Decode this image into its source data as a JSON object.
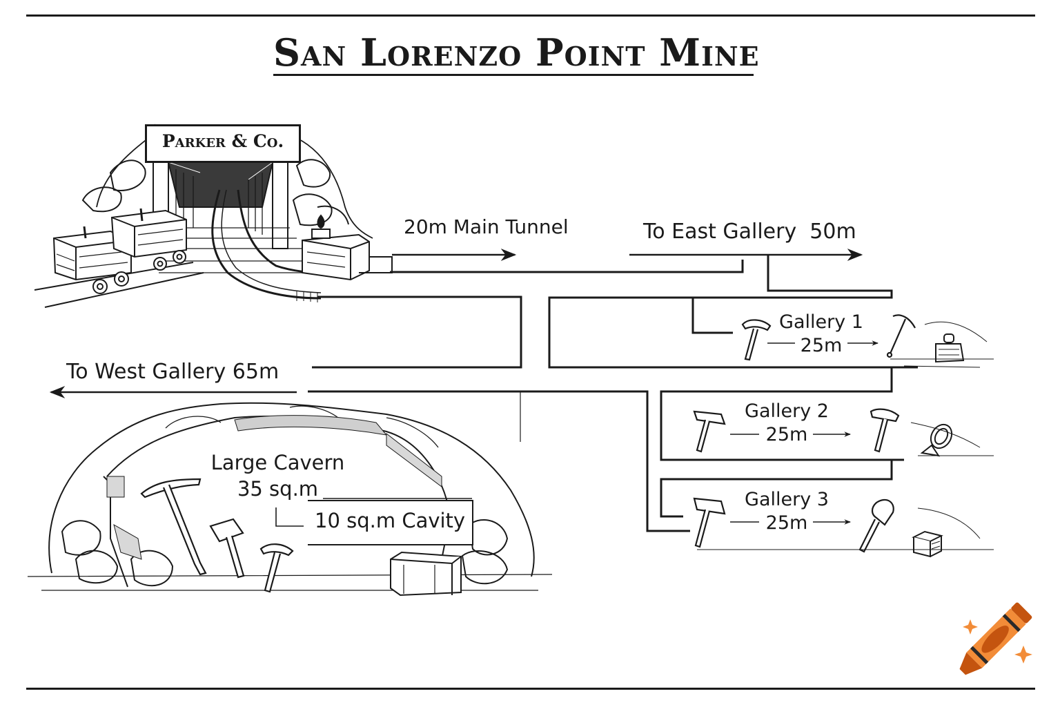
{
  "title": "San Lorenzo Point Mine",
  "entrance": {
    "sign": "Parker & Co."
  },
  "tunnels": {
    "main": "20m Main Tunnel",
    "east": "To East Gallery  50m",
    "west": "To West Gallery 65m"
  },
  "galleries": [
    {
      "name": "Gallery 1",
      "length": "25m",
      "tool_start": "hammer",
      "tool_end": "pickaxe",
      "item": "lantern-bucket"
    },
    {
      "name": "Gallery 2",
      "length": "25m",
      "tool_start": "sledgehammer",
      "tool_end": "hammer",
      "item": "pan"
    },
    {
      "name": "Gallery 3",
      "length": "25m",
      "tool_start": "sledgehammer",
      "tool_end": "shovel",
      "item": "crate"
    }
  ],
  "cavern": {
    "name": "Large Cavern",
    "area": "35 sq.m",
    "cavity": "10 sq.m Cavity"
  },
  "colors": {
    "ink": "#1a1a1a",
    "crayon_light": "#f28c38",
    "crayon_dark": "#c4540f",
    "crayon_band": "#2a2a2a"
  },
  "logo": "crayon-icon"
}
